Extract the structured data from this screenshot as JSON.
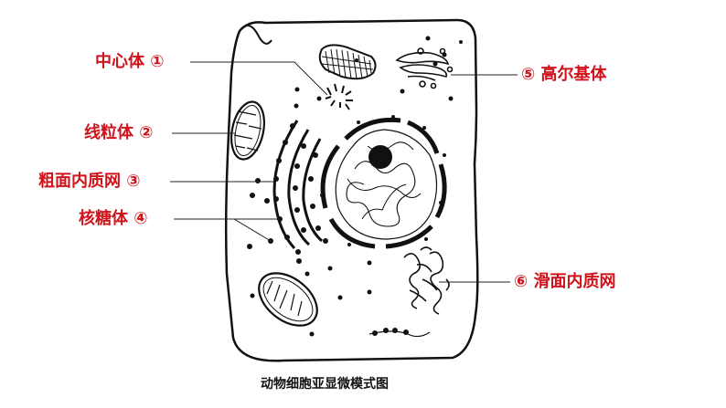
{
  "labels": {
    "centriole": "中心体 ①",
    "mitochondria": "线粒体 ②",
    "rough_er": "粗面内质网 ③",
    "ribosome": "核糖体 ④",
    "golgi": "⑤ 高尔基体",
    "smooth_er": "⑥ 滑面内质网"
  },
  "caption": "动物细胞亚显微模式图",
  "colors": {
    "label": "#d0121b",
    "line": "#111111",
    "leader": "#222222"
  }
}
